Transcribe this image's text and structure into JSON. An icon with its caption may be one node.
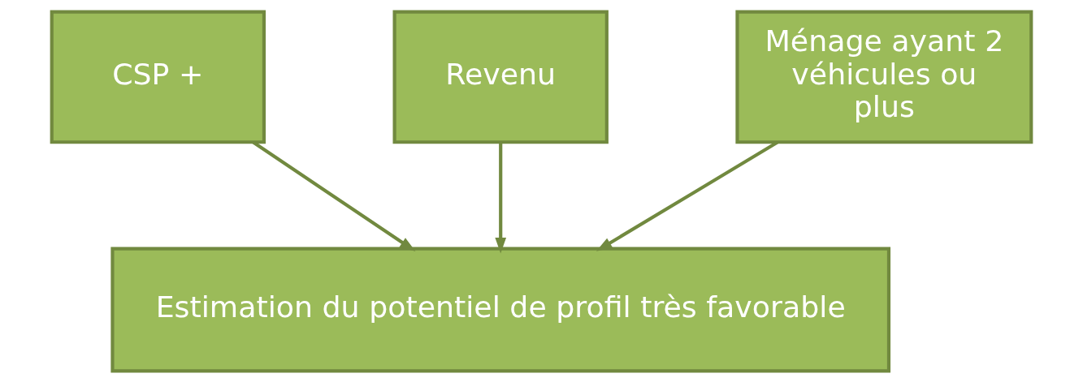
{
  "diagram": {
    "nodes": [
      {
        "text": [
          "CSP +"
        ]
      },
      {
        "text": [
          "Revenu"
        ]
      },
      {
        "text": [
          "Ménage ayant 2 véhicules ou plus"
        ]
      },
      {
        "text": [
          "Estimation du potentiel de profil très favorable"
        ]
      }
    ],
    "edges": [
      {
        "from": 0,
        "to": 3,
        "arrow": "to"
      },
      {
        "from": 1,
        "to": 3,
        "arrow": "to"
      },
      {
        "from": 2,
        "to": 3,
        "arrow": "to"
      }
    ]
  }
}
